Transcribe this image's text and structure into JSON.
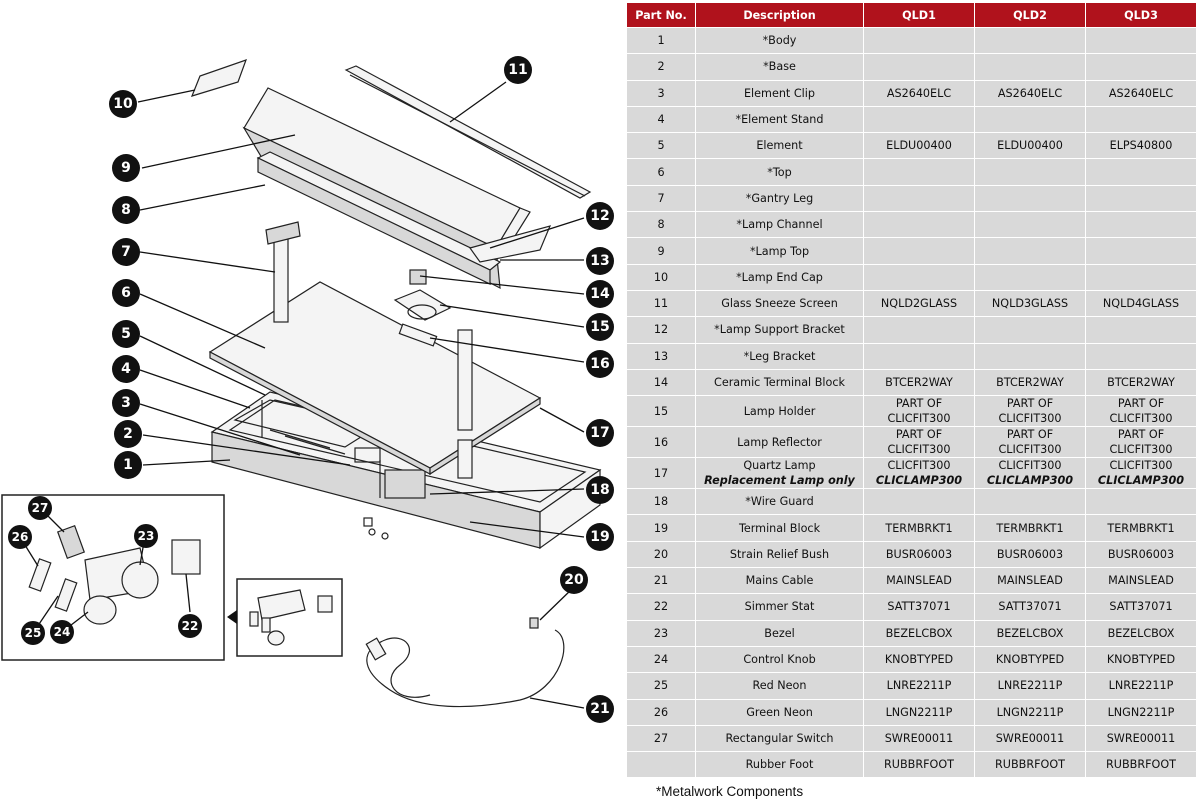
{
  "table": {
    "headers": [
      "Part No.",
      "Description",
      "QLD1",
      "QLD2",
      "QLD3"
    ],
    "rows": [
      {
        "no": "1",
        "desc": "*Body",
        "q1": "",
        "q2": "",
        "q3": ""
      },
      {
        "no": "2",
        "desc": "*Base",
        "q1": "",
        "q2": "",
        "q3": ""
      },
      {
        "no": "3",
        "desc": "Element Clip",
        "q1": "AS2640ELC",
        "q2": "AS2640ELC",
        "q3": "AS2640ELC"
      },
      {
        "no": "4",
        "desc": "*Element Stand",
        "q1": "",
        "q2": "",
        "q3": ""
      },
      {
        "no": "5",
        "desc": "Element",
        "q1": "ELDU00400",
        "q2": "ELDU00400",
        "q3": "ELPS40800"
      },
      {
        "no": "6",
        "desc": "*Top",
        "q1": "",
        "q2": "",
        "q3": ""
      },
      {
        "no": "7",
        "desc": "*Gantry Leg",
        "q1": "",
        "q2": "",
        "q3": ""
      },
      {
        "no": "8",
        "desc": "*Lamp Channel",
        "q1": "",
        "q2": "",
        "q3": ""
      },
      {
        "no": "9",
        "desc": "*Lamp Top",
        "q1": "",
        "q2": "",
        "q3": ""
      },
      {
        "no": "10",
        "desc": "*Lamp End Cap",
        "q1": "",
        "q2": "",
        "q3": ""
      },
      {
        "no": "11",
        "desc": "Glass Sneeze Screen",
        "q1": "NQLD2GLASS",
        "q2": "NQLD3GLASS",
        "q3": "NQLD4GLASS"
      },
      {
        "no": "12",
        "desc": "*Lamp Support Bracket",
        "q1": "",
        "q2": "",
        "q3": ""
      },
      {
        "no": "13",
        "desc": "*Leg Bracket",
        "q1": "",
        "q2": "",
        "q3": ""
      },
      {
        "no": "14",
        "desc": "Ceramic Terminal Block",
        "q1": "BTCER2WAY",
        "q2": "BTCER2WAY",
        "q3": "BTCER2WAY"
      },
      {
        "no": "15",
        "desc": "Lamp Holder",
        "q1": "PART OF CLICFIT300",
        "q2": "PART OF CLICFIT300",
        "q3": "PART OF CLICFIT300"
      },
      {
        "no": "16",
        "desc": "Lamp Reflector",
        "q1": "PART OF CLICFIT300",
        "q2": "PART OF CLICFIT300",
        "q3": "PART OF CLICFIT300"
      },
      {
        "no": "17",
        "desc": "Quartz Lamp",
        "desc2": "Replacement Lamp only",
        "q1": "CLICFIT300",
        "q1b": "CLICLAMP300",
        "q2": "CLICFIT300",
        "q2b": "CLICLAMP300",
        "q3": "CLICFIT300",
        "q3b": "CLICLAMP300"
      },
      {
        "no": "18",
        "desc": "*Wire Guard",
        "q1": "",
        "q2": "",
        "q3": ""
      },
      {
        "no": "19",
        "desc": "Terminal Block",
        "q1": "TERMBRKT1",
        "q2": "TERMBRKT1",
        "q3": "TERMBRKT1"
      },
      {
        "no": "20",
        "desc": "Strain Relief Bush",
        "q1": "BUSR06003",
        "q2": "BUSR06003",
        "q3": "BUSR06003"
      },
      {
        "no": "21",
        "desc": "Mains Cable",
        "q1": "MAINSLEAD",
        "q2": "MAINSLEAD",
        "q3": "MAINSLEAD"
      },
      {
        "no": "22",
        "desc": "Simmer Stat",
        "q1": "SATT37071",
        "q2": "SATT37071",
        "q3": "SATT37071"
      },
      {
        "no": "23",
        "desc": "Bezel",
        "q1": "BEZELCBOX",
        "q2": "BEZELCBOX",
        "q3": "BEZELCBOX"
      },
      {
        "no": "24",
        "desc": "Control Knob",
        "q1": "KNOBTYPED",
        "q2": "KNOBTYPED",
        "q3": "KNOBTYPED"
      },
      {
        "no": "25",
        "desc": "Red Neon",
        "q1": "LNRE2211P",
        "q2": "LNRE2211P",
        "q3": "LNRE2211P"
      },
      {
        "no": "26",
        "desc": "Green Neon",
        "q1": "LNGN2211P",
        "q2": "LNGN2211P",
        "q3": "LNGN2211P"
      },
      {
        "no": "27",
        "desc": "Rectangular Switch",
        "q1": "SWRE00011",
        "q2": "SWRE00011",
        "q3": "SWRE00011"
      },
      {
        "no": "",
        "desc": "Rubber Foot",
        "q1": "RUBBRFOOT",
        "q2": "RUBBRFOOT",
        "q3": "RUBBRFOOT"
      }
    ]
  },
  "footnote": "*Metalwork Components",
  "callouts": [
    "1",
    "2",
    "3",
    "4",
    "5",
    "6",
    "7",
    "8",
    "9",
    "10",
    "11",
    "12",
    "13",
    "14",
    "15",
    "16",
    "17",
    "18",
    "19",
    "20",
    "21",
    "22",
    "23",
    "24",
    "25",
    "26",
    "27"
  ],
  "colors": {
    "header_bg": "#b0121c",
    "cell_bg": "#d9d9d9",
    "callout": "#111111"
  }
}
